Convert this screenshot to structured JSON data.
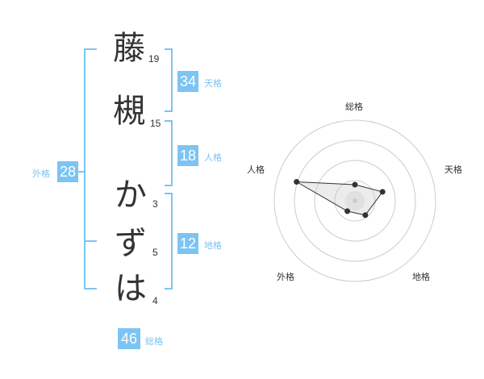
{
  "name": {
    "chars": [
      {
        "char": "藤",
        "strokes": "19"
      },
      {
        "char": "槻",
        "strokes": "15"
      },
      {
        "char": "か",
        "strokes": "3"
      },
      {
        "char": "ず",
        "strokes": "5"
      },
      {
        "char": "は",
        "strokes": "4"
      }
    ]
  },
  "fortunes": {
    "tenkaku": {
      "value": "34",
      "label": "天格"
    },
    "jinkaku": {
      "value": "18",
      "label": "人格"
    },
    "chikaku": {
      "value": "12",
      "label": "地格"
    },
    "gaikaku": {
      "value": "28",
      "label": "外格"
    },
    "soukaku": {
      "value": "46",
      "label": "総格"
    }
  },
  "colors": {
    "accent": "#7cc4f3",
    "text": "#333333"
  },
  "chart_data": {
    "type": "radar",
    "axes": [
      "総格",
      "天格",
      "地格",
      "外格",
      "人格"
    ],
    "values": [
      1.0,
      1.8,
      1.1,
      0.8,
      3.8
    ],
    "rmax": 5,
    "rings": 4
  }
}
